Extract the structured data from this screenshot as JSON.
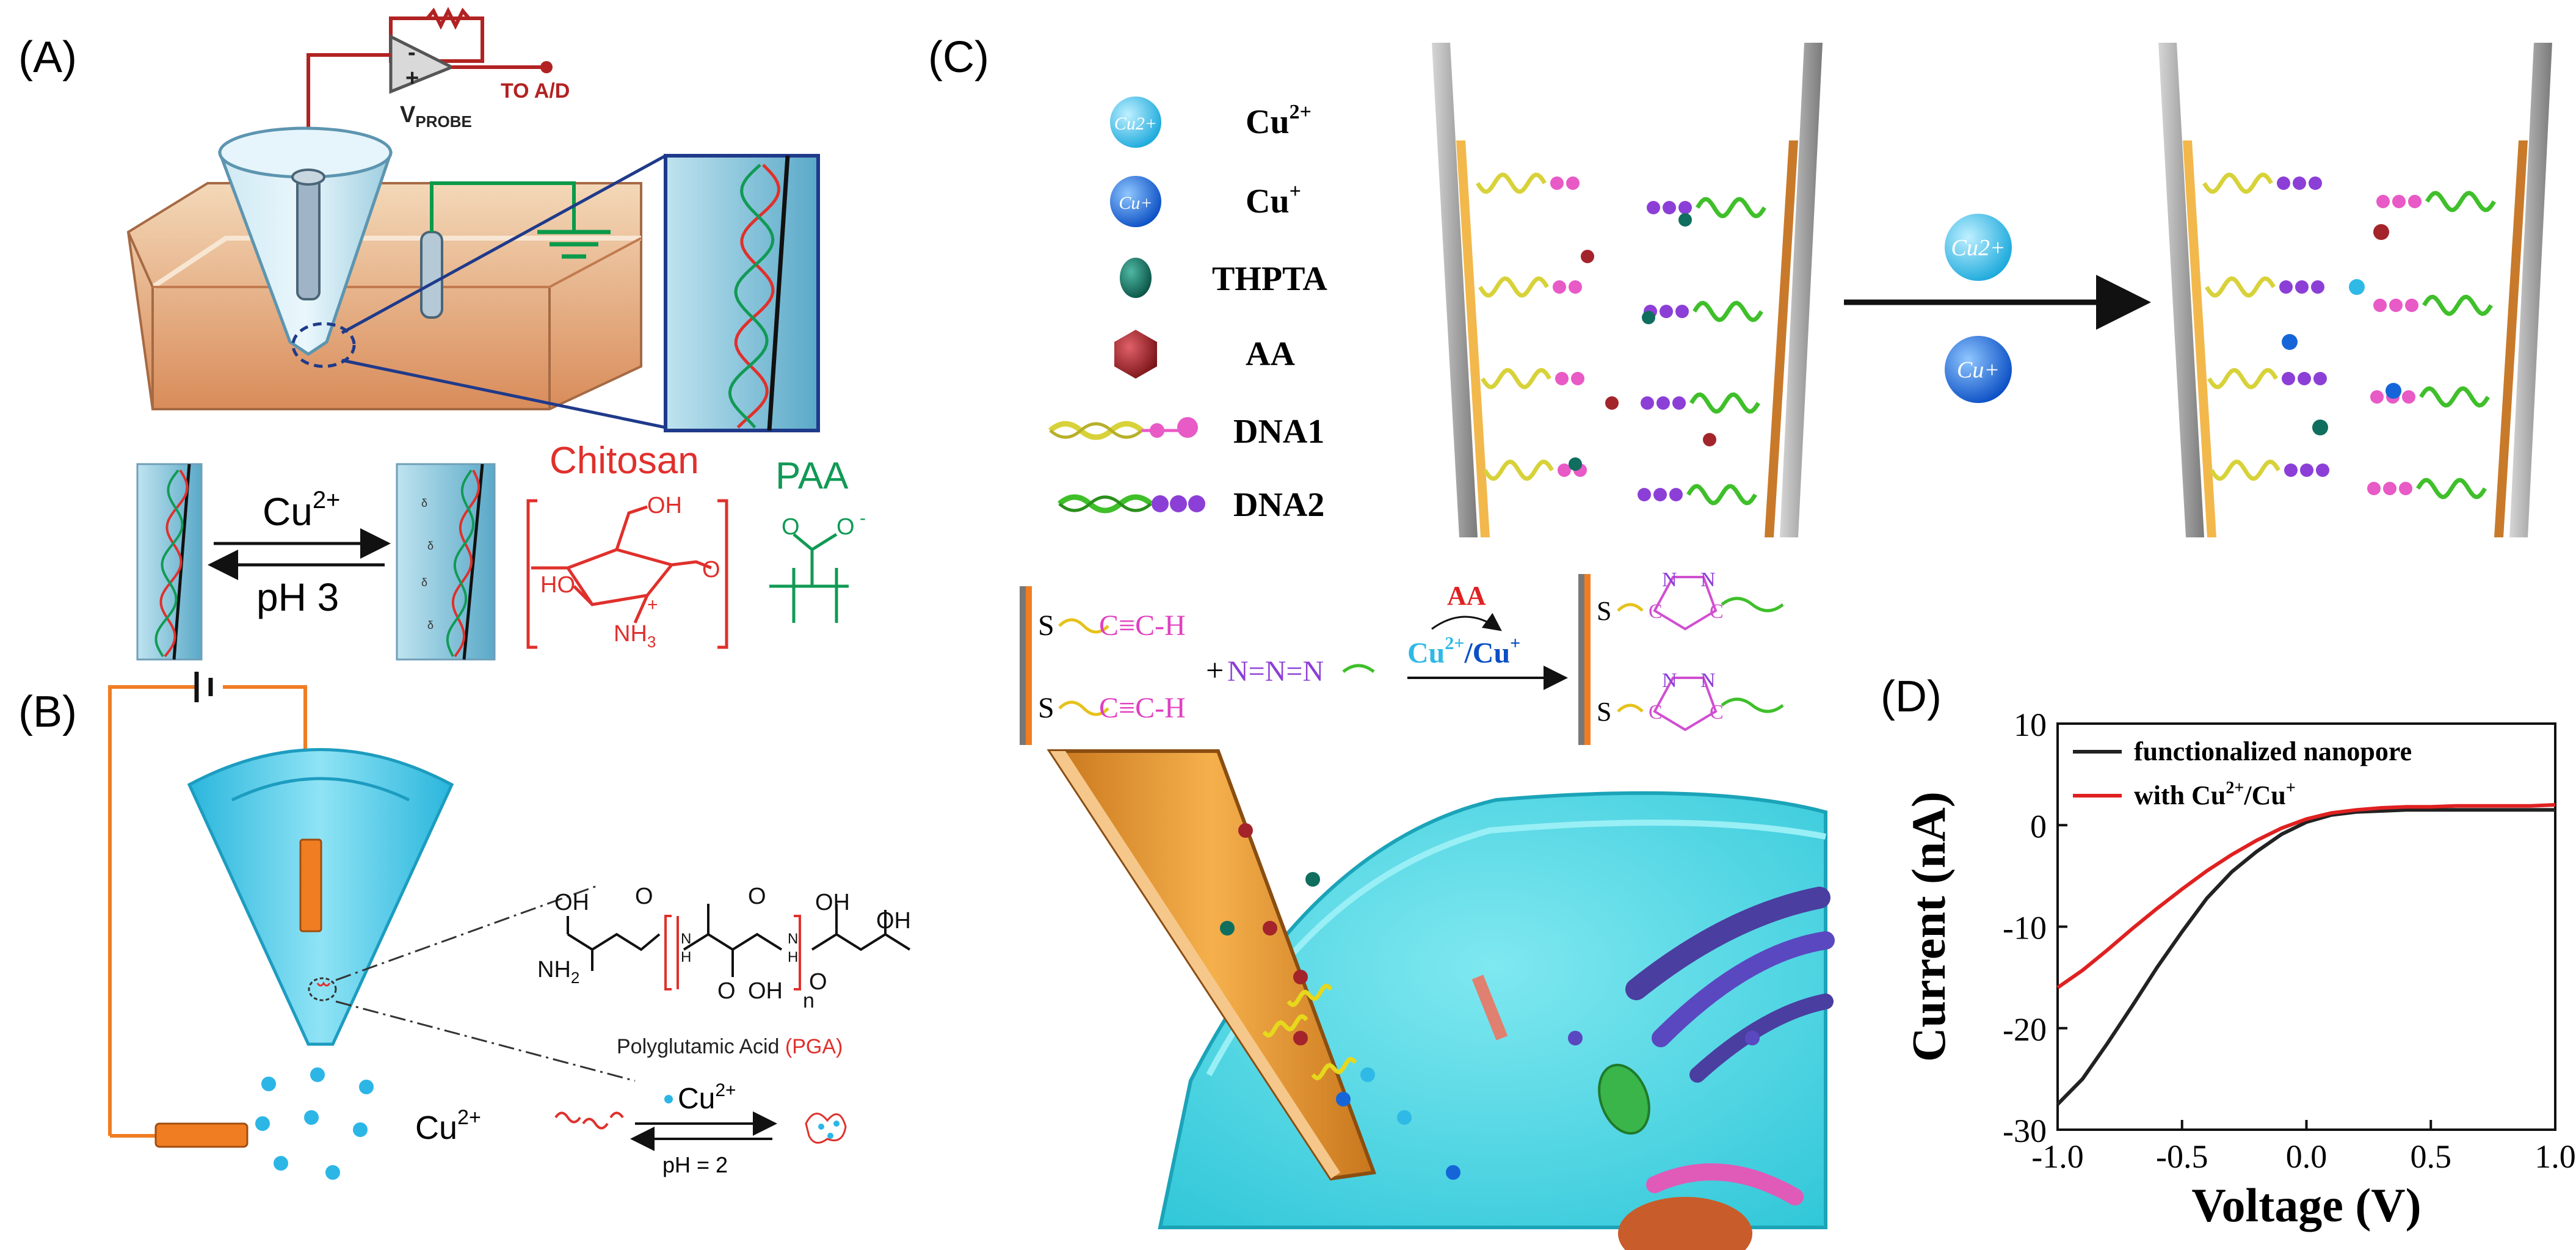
{
  "panels": {
    "a": {
      "label": "(A)",
      "circuit": {
        "vprobe": "V",
        "vprobe_sub": "PROBE",
        "to_ad": "TO A/D",
        "minus": "-",
        "plus": "+"
      },
      "scheme": {
        "forward": "Cu",
        "forward_sup": "2+",
        "reverse": "pH 3",
        "chitosan": "Chitosan",
        "paa": "PAA",
        "chitosan_atoms": {
          "oh1": "OH",
          "o": "O",
          "ho": "HO",
          "nh3": "NH",
          "nh3_sub": "3",
          "plus": "+"
        },
        "paa_atoms": {
          "o1": "O",
          "o2": "O",
          "minus": "-"
        }
      },
      "colors": {
        "probe_wire": "#b22222",
        "ground_wire": "#0a9a4a",
        "chitosan": "#e0302c",
        "paa": "#119a55",
        "callout": "#1f3a8a"
      }
    },
    "b": {
      "label": "(B)",
      "ion": "Cu",
      "ion_sup": "2+",
      "pga_name": "Polyglutamic Acid",
      "pga_abbr": "(PGA)",
      "pga_atoms": {
        "oh1": "OH",
        "nh2": "NH",
        "nh2_sub": "2",
        "o1": "O",
        "n1": "N",
        "h1": "H",
        "o2": "O",
        "oh2": "OH",
        "n_sub": "n",
        "o3": "O",
        "oh3": "OH",
        "n2": "N",
        "h2": "H",
        "o4": "O",
        "oh4": "OH"
      },
      "equilibrium": {
        "ion": "Cu",
        "ion_sup": "2+",
        "condition": "pH = 2"
      },
      "colors": {
        "cone": "#4fc3e0",
        "electrode": "#f07d22",
        "ion_dot": "#2bb6e6",
        "highlight": "#e0302c"
      }
    },
    "c": {
      "label": "(C)",
      "legend": [
        {
          "icon": "cu2-sphere-icon",
          "glyph": "Cu2+",
          "label": "Cu",
          "sup": "2+"
        },
        {
          "icon": "cu-sphere-icon",
          "glyph": "Cu+",
          "label": "Cu",
          "sup": "+"
        },
        {
          "icon": "thpta-icon",
          "label": "THPTA"
        },
        {
          "icon": "aa-icon",
          "label": "AA"
        },
        {
          "icon": "dna1-icon",
          "label": "DNA1"
        },
        {
          "icon": "dna2-icon",
          "label": "DNA2"
        }
      ],
      "arrow_spheres": {
        "top": "Cu2+",
        "bottom": "Cu+"
      },
      "reaction": {
        "s": "S",
        "alkyne": "C≡C-H",
        "plus": "+",
        "azide": "N=N=N",
        "catalyst_top": "AA",
        "catalyst_cu": "Cu",
        "catalyst_cu_sup": "2+",
        "catalyst_slash": "/Cu",
        "catalyst_sup": "+",
        "n": "N",
        "c": "C"
      },
      "colors": {
        "cu_light": "#2fb9e6",
        "cu_dark": "#1565d8",
        "thpta": "#0f6e5e",
        "aa": "#a3242a",
        "dna1_bead": "#e85ac6",
        "dna2_bead": "#8c3fd6",
        "strand_yellow": "#d8d23a",
        "strand_green": "#3fbf2a",
        "triazole": "#d04fd0",
        "cell": "#3fd0df",
        "pipette": "#f0a03a"
      }
    },
    "d": {
      "label": "(D)",
      "chart_data": {
        "type": "line",
        "xlabel": "Voltage (V)",
        "ylabel": "Current (nA)",
        "xlim": [
          -1.0,
          1.0
        ],
        "ylim": [
          -30,
          10
        ],
        "xticks": [
          "-1.0",
          "-0.5",
          "0.0",
          "0.5",
          "1.0"
        ],
        "yticks": [
          "10",
          "0",
          "-10",
          "-20",
          "-30"
        ],
        "legend_position": "top-left",
        "grid": false,
        "series": [
          {
            "name": "functionalized nanopore",
            "color": "#222222",
            "x": [
              -1.0,
              -0.9,
              -0.8,
              -0.7,
              -0.6,
              -0.5,
              -0.4,
              -0.3,
              -0.2,
              -0.1,
              0.0,
              0.1,
              0.2,
              0.3,
              0.4,
              0.5,
              0.6,
              0.7,
              0.8,
              0.9,
              1.0
            ],
            "y": [
              -27.5,
              -25.0,
              -21.5,
              -17.8,
              -14.0,
              -10.5,
              -7.2,
              -4.6,
              -2.6,
              -0.9,
              0.3,
              1.0,
              1.3,
              1.4,
              1.5,
              1.5,
              1.5,
              1.5,
              1.5,
              1.5,
              1.5
            ]
          },
          {
            "name": "with Cu2+/Cu+",
            "color": "#e02020",
            "x": [
              -1.0,
              -0.9,
              -0.8,
              -0.7,
              -0.6,
              -0.5,
              -0.4,
              -0.3,
              -0.2,
              -0.1,
              0.0,
              0.1,
              0.2,
              0.3,
              0.4,
              0.5,
              0.6,
              0.7,
              0.8,
              0.9,
              1.0
            ],
            "y": [
              -16.0,
              -14.3,
              -12.3,
              -10.2,
              -8.2,
              -6.3,
              -4.5,
              -2.9,
              -1.5,
              -0.3,
              0.6,
              1.2,
              1.5,
              1.7,
              1.8,
              1.8,
              1.9,
              1.9,
              1.9,
              1.9,
              2.0
            ]
          }
        ]
      },
      "legend_labels": [
        {
          "text": "functionalized nanopore"
        },
        {
          "text": "with Cu",
          "sup1": "2+",
          "mid": "/Cu",
          "sup2": "+"
        }
      ]
    }
  }
}
